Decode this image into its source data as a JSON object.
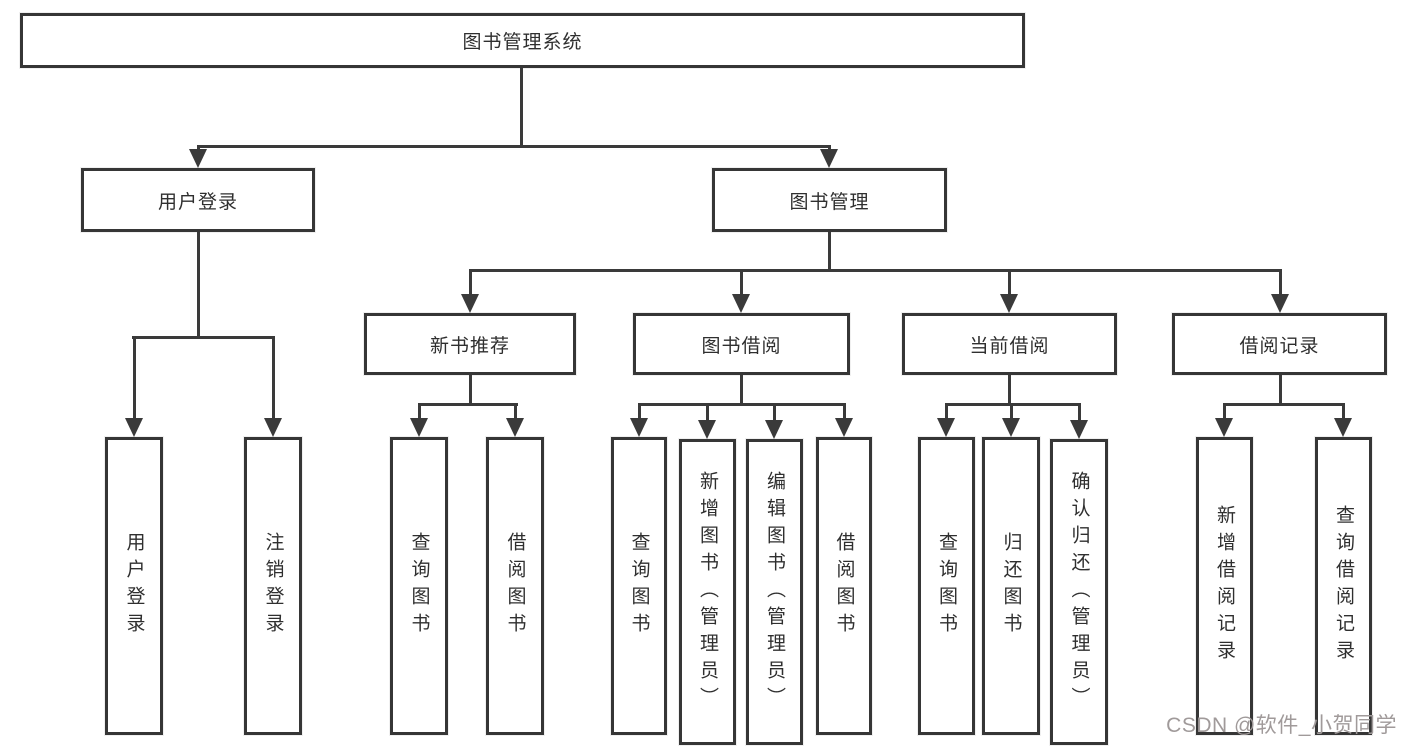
{
  "tree": {
    "label": "图书管理系统",
    "children": [
      {
        "label": "用户登录",
        "children": [
          {
            "label": "用户登录"
          },
          {
            "label": "注销登录"
          }
        ]
      },
      {
        "label": "图书管理",
        "children": [
          {
            "label": "新书推荐",
            "children": [
              {
                "label": "查询图书"
              },
              {
                "label": "借阅图书"
              }
            ]
          },
          {
            "label": "图书借阅",
            "children": [
              {
                "label": "查询图书"
              },
              {
                "label": "新增图书（管理员）"
              },
              {
                "label": "编辑图书（管理员）"
              },
              {
                "label": "借阅图书"
              }
            ]
          },
          {
            "label": "当前借阅",
            "children": [
              {
                "label": "查询图书"
              },
              {
                "label": "归还图书"
              },
              {
                "label": "确认归还（管理员）"
              }
            ]
          },
          {
            "label": "借阅记录",
            "children": [
              {
                "label": "新增借阅记录"
              },
              {
                "label": "查询借阅记录"
              }
            ]
          }
        ]
      }
    ]
  },
  "watermark": {
    "text": "CSDN @软件_小贺同学"
  },
  "colors": {
    "line": "#3a3a3a",
    "box_border": "#363636",
    "text": "#2f2f2f",
    "watermark": "#a09a9a",
    "background": "#ffffff"
  }
}
